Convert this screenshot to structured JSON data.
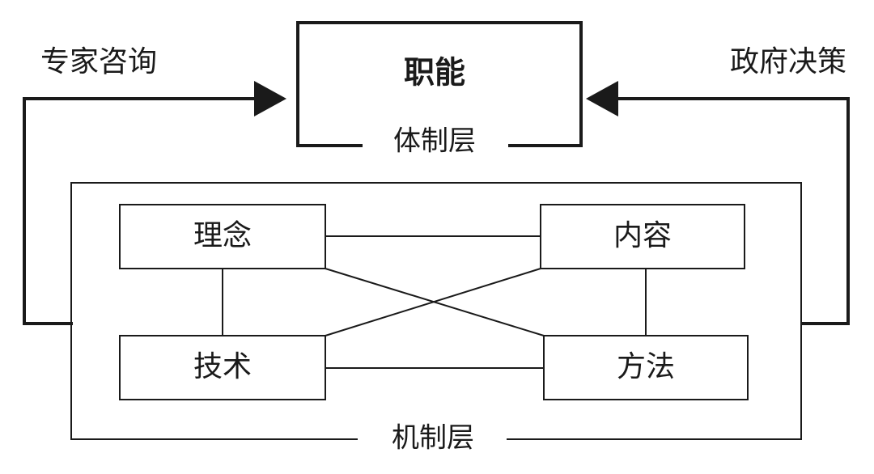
{
  "top_box": {
    "title": "职能",
    "layer_label": "体制层"
  },
  "left_feedback": {
    "label": "专家咨询"
  },
  "right_feedback": {
    "label": "政府决策"
  },
  "mechanism_layer": {
    "label": "机制层",
    "nodes": {
      "philosophy": "理念",
      "content": "内容",
      "technology": "技术",
      "method": "方法"
    }
  },
  "colors": {
    "stroke": "#1a1a1a",
    "background": "#ffffff"
  }
}
